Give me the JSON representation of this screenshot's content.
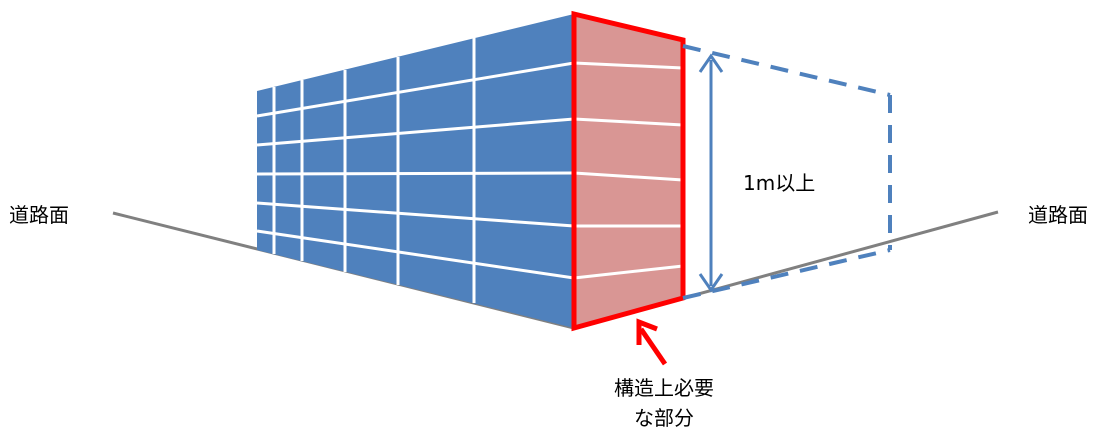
{
  "labels": {
    "road_surface_left": "道路面",
    "road_surface_right": "道路面",
    "height_annotation": "1m以上",
    "callout_line1": "構造上必要",
    "callout_line2": "な部分"
  },
  "colors": {
    "building_face": "#4f81bd",
    "window_grid": "#ffffff",
    "highlight_fill": "#d99694",
    "highlight_stroke": "#ff0000",
    "guide_line": "#4f81bd",
    "road_line": "#808080",
    "text": "#000000"
  },
  "icons": {
    "callout_arrow": "red-arrow-icon",
    "height_arrow": "double-headed-arrow-icon"
  }
}
